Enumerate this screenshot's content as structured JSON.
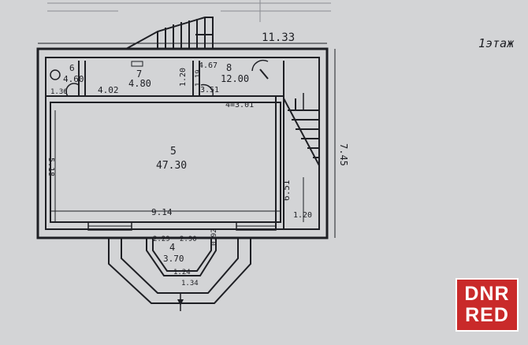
{
  "plan": {
    "floor_label": "1этаж",
    "overall_width": "11.33",
    "overall_height": "7.45",
    "rooms": [
      {
        "number": "6",
        "area": "4.60"
      },
      {
        "number": "7",
        "area": "4.80"
      },
      {
        "number": "8",
        "area": "12.00"
      },
      {
        "number": "5",
        "area": "47.30"
      },
      {
        "number": "4",
        "area": "3.70"
      }
    ],
    "dimensions": [
      "1.36",
      "4.02",
      "1.20",
      "4.67",
      "1.19",
      "3.51",
      "4=3.01",
      "5.18",
      "9.14",
      "6.51",
      "1.20",
      "2.29",
      "2.90",
      "0.92",
      "1.24",
      "1.34"
    ]
  },
  "colors": {
    "paper": "#d3d4d6",
    "ink": "#1e1f24",
    "logo_bg": "#c92a2a",
    "logo_text": "#ffffff"
  },
  "watermark": {
    "line1": "DNR",
    "line2": "RED"
  }
}
